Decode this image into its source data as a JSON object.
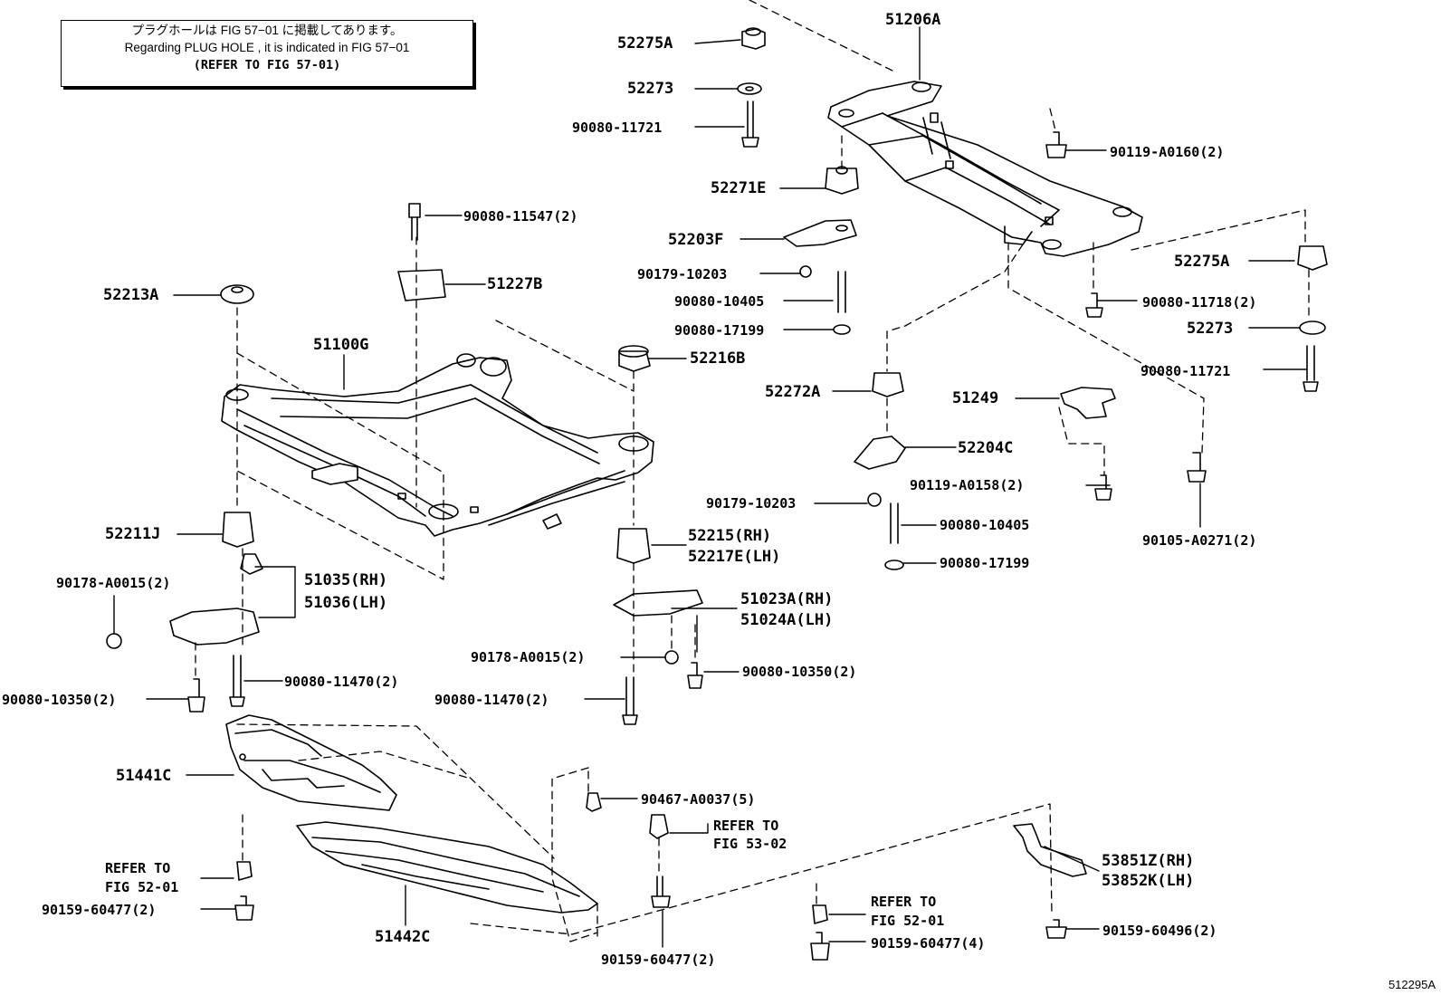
{
  "note": {
    "line_jp": "プラグホールは FIG 57−01 に掲載してあります。",
    "line_en": "Regarding  PLUG  HOLE , it is indicated in FIG  57−01",
    "line_ref": "(REFER TO FIG 57-01)"
  },
  "illustration_number": "512295A",
  "parts": {
    "p52275A_top": "52275A",
    "p52273_top": "52273",
    "p90080_11721_top": "90080-11721",
    "p51206A": "51206A",
    "p90119_A0160": "90119-A0160(2)",
    "p52271E": "52271E",
    "p52203F": "52203F",
    "p90179_10203_a": "90179-10203",
    "p90080_10405_a": "90080-10405",
    "p90080_17199_a": "90080-17199",
    "p52275A_right": "52275A",
    "p90080_11718": "90080-11718(2)",
    "p52273_right": "52273",
    "p90080_11721_right": "90080-11721",
    "p90080_11547": "90080-11547(2)",
    "p51227B": "51227B",
    "p52213A": "52213A",
    "p51100G": "51100G",
    "p52216B": "52216B",
    "p52272A": "52272A",
    "p51249": "51249",
    "p52204C": "52204C",
    "p90119_A0158": "90119-A0158(2)",
    "p90179_10203_b": "90179-10203",
    "p90080_10405_b": "90080-10405",
    "p90080_17199_b": "90080-17199",
    "p90105_A0271": "90105-A0271(2)",
    "p52211J": "52211J",
    "p90178_A0015_a": "90178-A0015(2)",
    "p51035_RH": "51035(RH)",
    "p51036_LH": "51036(LH)",
    "p52215_RH": "52215(RH)",
    "p52217E_LH": "52217E(LH)",
    "p51023A_RH": "51023A(RH)",
    "p51024A_LH": "51024A(LH)",
    "p90178_A0015_b": "90178-A0015(2)",
    "p90080_10350_b": "90080-10350(2)",
    "p90080_11470_a": "90080-11470(2)",
    "p90080_10350_a": "90080-10350(2)",
    "p90080_11470_b": "90080-11470(2)",
    "p51441C": "51441C",
    "p90467_A0037": "90467-A0037(5)",
    "p refer_53_02_a": "REFER TO",
    "refer_53_02_a": "REFER TO",
    "refer_53_02_b": "FIG 53-02",
    "refer_52_01_left_a": "REFER TO",
    "refer_52_01_left_b": "FIG 52-01",
    "p90159_60477_left": "90159-60477(2)",
    "p51442C": "51442C",
    "p90159_60477_mid": "90159-60477(2)",
    "refer_52_01_mid_a": "REFER TO",
    "refer_52_01_mid_b": "FIG 52-01",
    "p90159_60477_four": "90159-60477(4)",
    "p53851Z_RH": "53851Z(RH)",
    "p53852K_LH": "53852K(LH)",
    "p90159_60496": "90159-60496(2)"
  }
}
